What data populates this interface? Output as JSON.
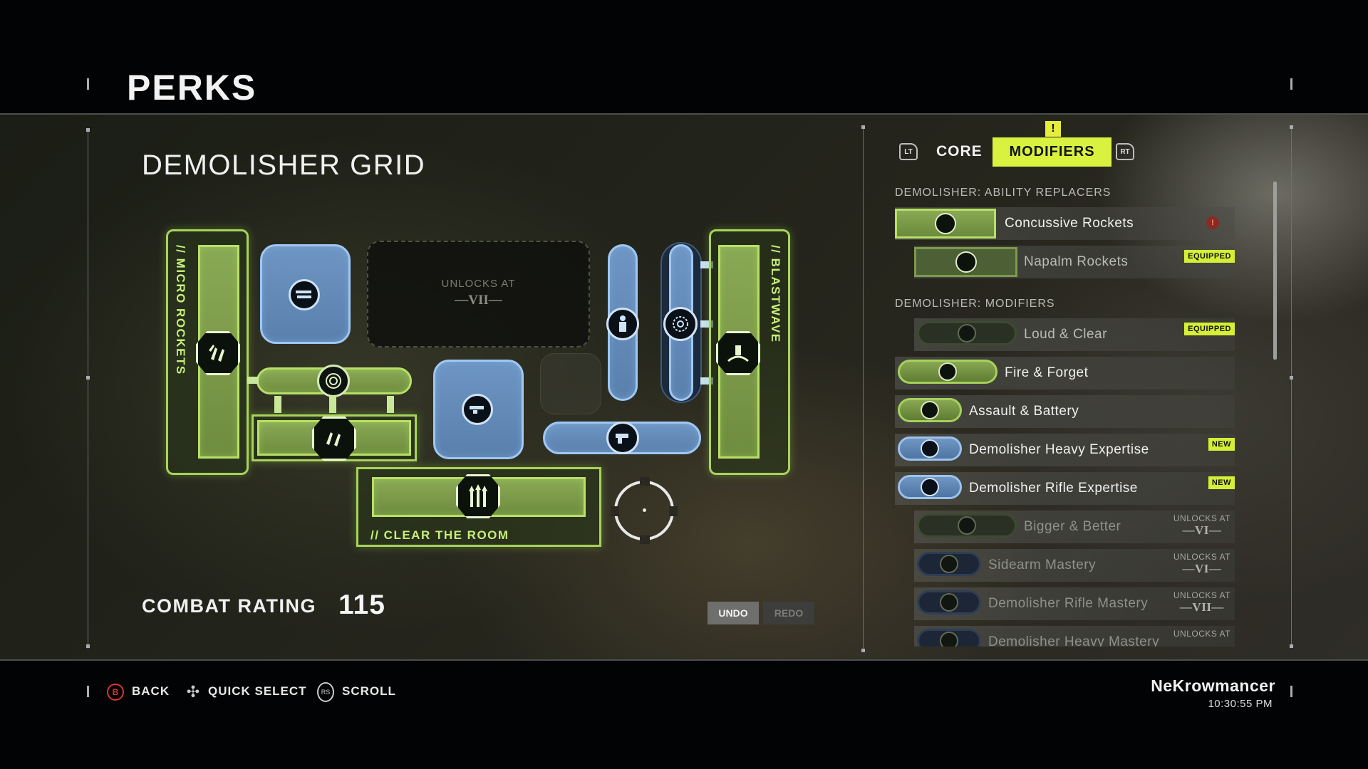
{
  "header": {
    "title": "PERKS"
  },
  "grid": {
    "title": "DEMOLISHER GRID",
    "left_label": "// MICRO ROCKETS",
    "right_label": "// BLASTWAVE",
    "bottom_label": "// CLEAR THE ROOM",
    "locked_slot": {
      "line1": "UNLOCKS AT",
      "line2": "—VII—"
    }
  },
  "combat": {
    "label": "COMBAT RATING",
    "value": "115"
  },
  "history": {
    "undo": "UNDO",
    "redo": "REDO"
  },
  "tabs": {
    "left_trigger": "LT",
    "right_trigger": "RT",
    "core": "CORE",
    "modifiers": "MODIFIERS",
    "alert": "!"
  },
  "sections": {
    "replacers": "DEMOLISHER: ABILITY REPLACERS",
    "modifiers": "DEMOLISHER: MODIFIERS"
  },
  "replacers": [
    {
      "label": "Concussive Rockets",
      "warning": "!"
    },
    {
      "label": "Napalm Rockets",
      "badge": "EQUIPPED"
    }
  ],
  "modifiers": [
    {
      "label": "Loud & Clear",
      "badge": "EQUIPPED"
    },
    {
      "label": "Fire & Forget"
    },
    {
      "label": "Assault & Battery"
    },
    {
      "label": "Demolisher Heavy Expertise",
      "badge": "NEW"
    },
    {
      "label": "Demolisher Rifle Expertise",
      "badge": "NEW"
    },
    {
      "label": "Bigger & Better",
      "unlock_label": "UNLOCKS AT",
      "unlock_rank": "—VI—"
    },
    {
      "label": "Sidearm Mastery",
      "unlock_label": "UNLOCKS AT",
      "unlock_rank": "—VI—"
    },
    {
      "label": "Demolisher Rifle Mastery",
      "unlock_label": "UNLOCKS AT",
      "unlock_rank": "—VII—"
    },
    {
      "label": "Demolisher Heavy Mastery",
      "unlock_label": "UNLOCKS AT",
      "unlock_rank": ""
    }
  ],
  "footer": {
    "back_button": "B",
    "back": "BACK",
    "quick_select": "QUICK SELECT",
    "scroll_button": "RS",
    "scroll": "SCROLL",
    "username": "NeKrowmancer",
    "time": "10:30:55 PM"
  },
  "colors": {
    "accent": "#d8f23f",
    "green_tile": "#8aa955",
    "blue_tile": "#6e95c3",
    "back_button": "#d8342e"
  }
}
